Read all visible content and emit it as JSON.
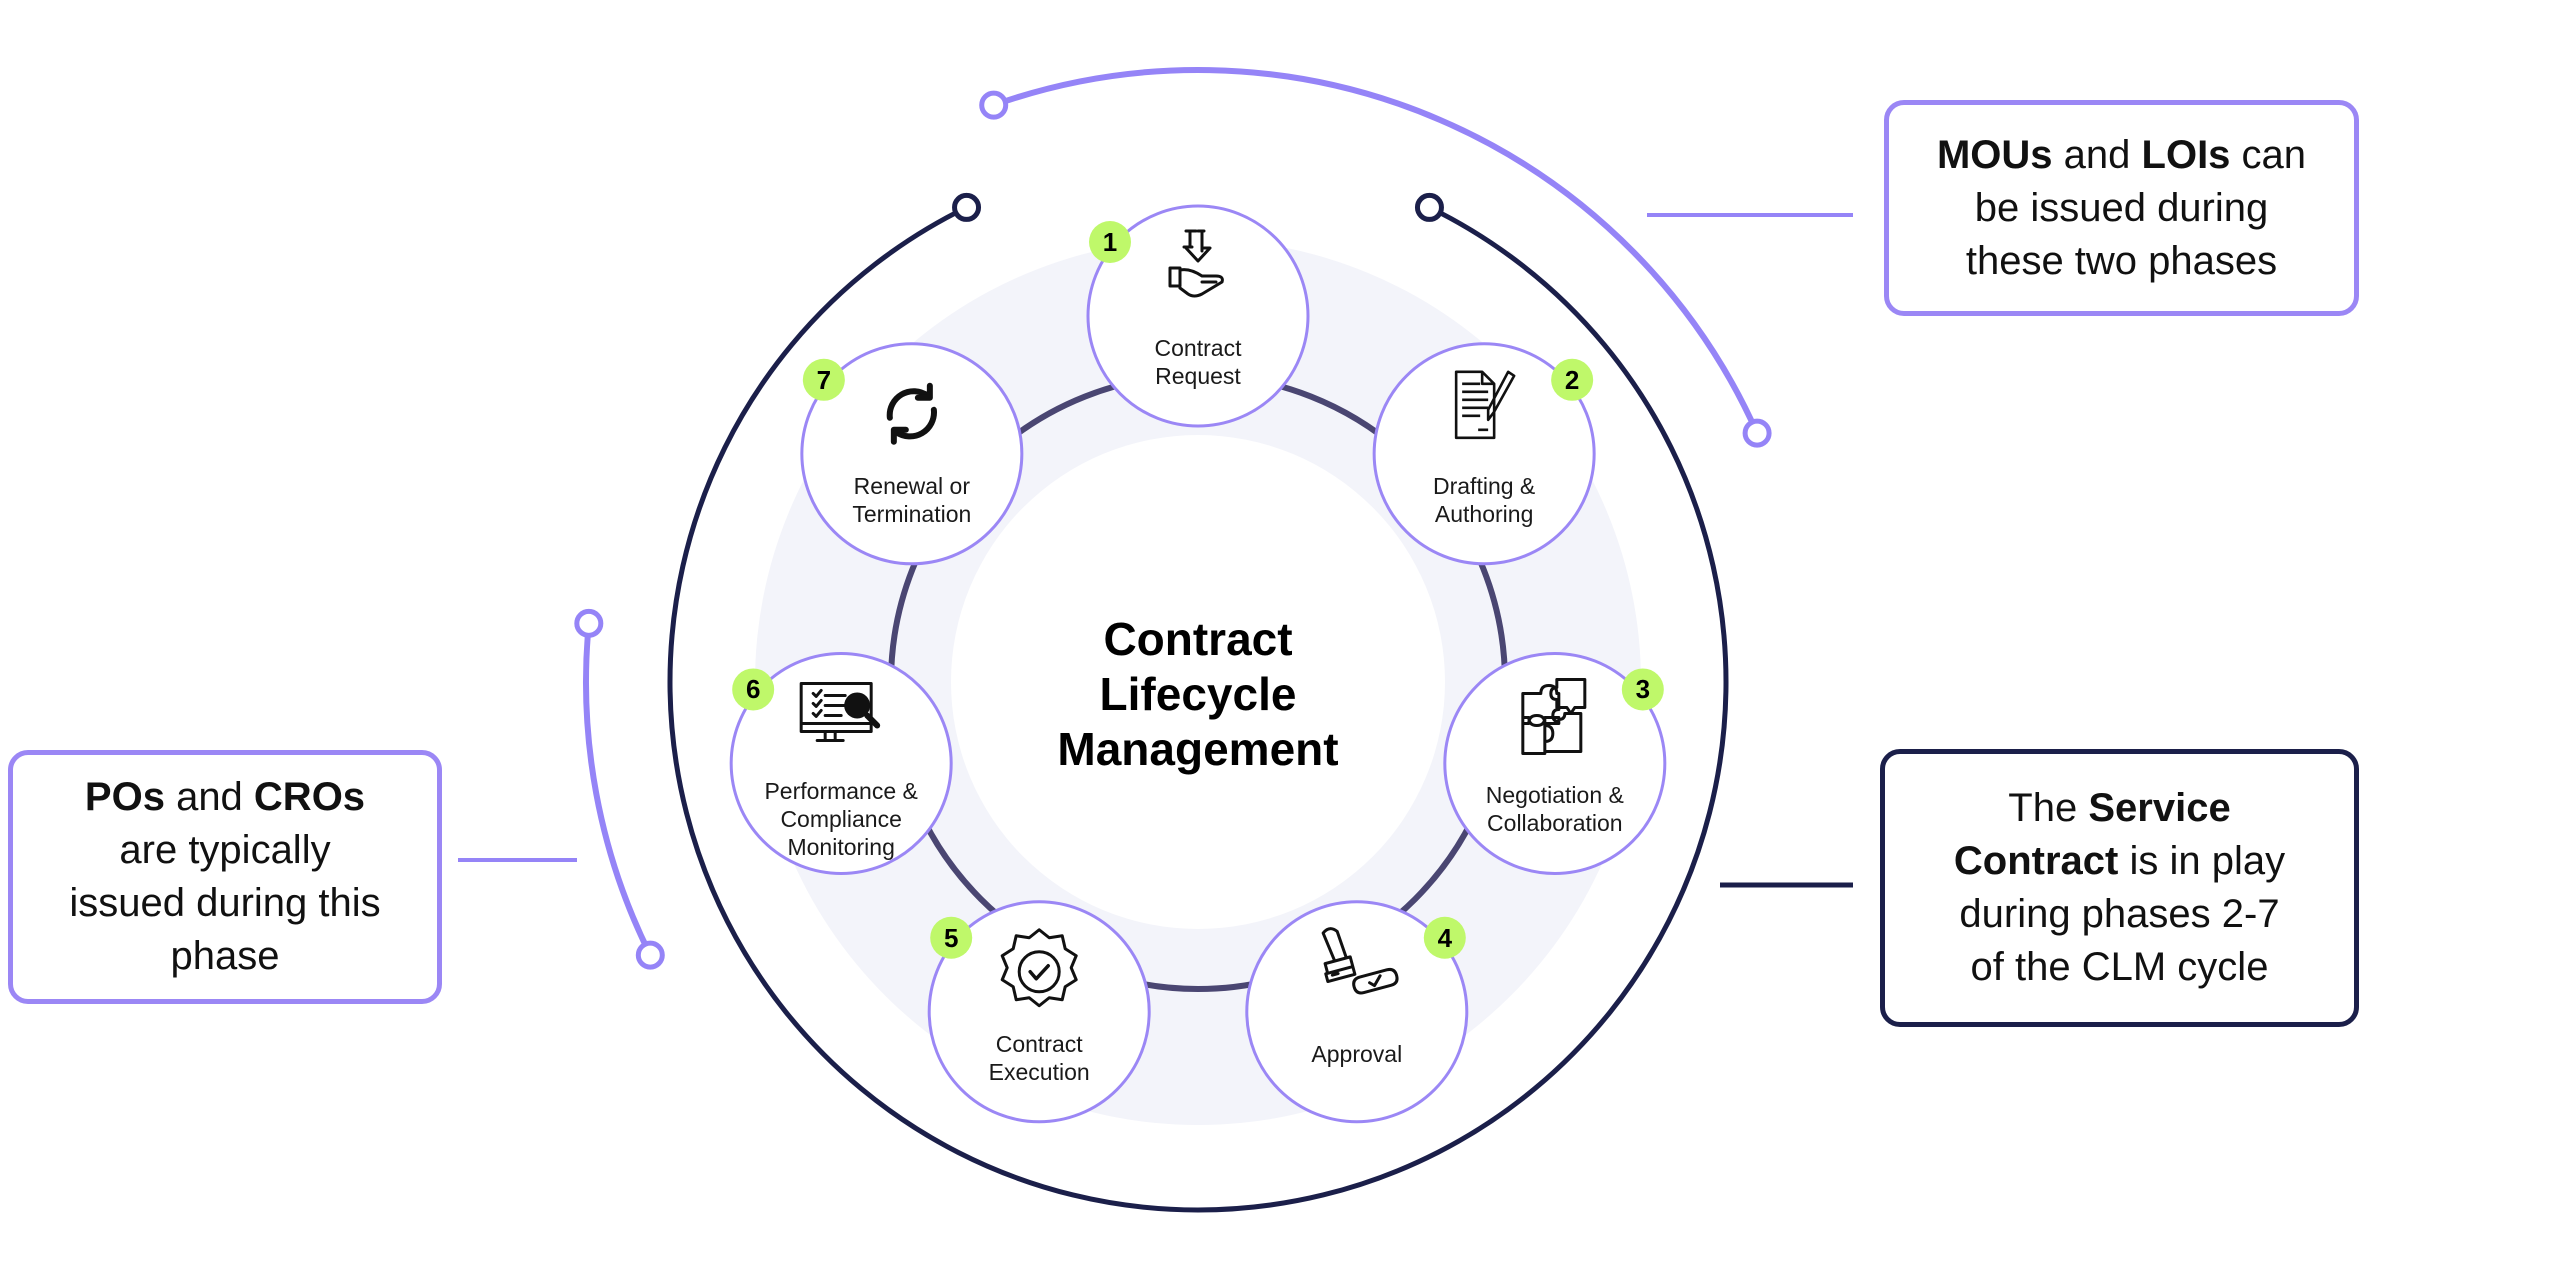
{
  "diagram": {
    "title": "Contract Lifecycle Management",
    "title_lines": [
      "Contract",
      "Lifecycle",
      "Management"
    ],
    "colors": {
      "accent_purple": "#9b87f5",
      "navy": "#1b1f4a",
      "badge_green": "#bff86a",
      "band": "#f3f4fa",
      "connector": "#4a4672"
    },
    "phases": [
      {
        "number": "1",
        "label_lines": [
          "Contract",
          "Request"
        ],
        "icon": "hand-receive-download-icon"
      },
      {
        "number": "2",
        "label_lines": [
          "Drafting &",
          "Authoring"
        ],
        "icon": "document-pen-icon"
      },
      {
        "number": "3",
        "label_lines": [
          "Negotiation &",
          "Collaboration"
        ],
        "icon": "puzzle-pieces-icon"
      },
      {
        "number": "4",
        "label_lines": [
          "Approval"
        ],
        "icon": "stamp-approval-icon"
      },
      {
        "number": "5",
        "label_lines": [
          "Contract",
          "Execution"
        ],
        "icon": "badge-check-icon"
      },
      {
        "number": "6",
        "label_lines": [
          "Performance &",
          "Compliance",
          "Monitoring"
        ],
        "icon": "monitor-checklist-magnifier-icon"
      },
      {
        "number": "7",
        "label_lines": [
          "Renewal or",
          "Termination"
        ],
        "icon": "refresh-cycle-icon"
      }
    ],
    "callouts": {
      "mou": {
        "parts": [
          {
            "text": "MOUs",
            "bold": true
          },
          {
            "text": " and ",
            "bold": false
          },
          {
            "text": "LOIs",
            "bold": true
          },
          {
            "text": " can be issued during these two phases",
            "bold": false
          }
        ],
        "lines": [
          "MOUs and LOIs can",
          "be issued during",
          "these two phases"
        ]
      },
      "service": {
        "parts": [
          {
            "text": "The ",
            "bold": false
          },
          {
            "text": "Service Contract",
            "bold": true
          },
          {
            "text": " is in play during phases 2-7 of the CLM cycle",
            "bold": false
          }
        ],
        "lines": [
          "The Service",
          "Contract is in play",
          "during phases 2-7",
          "of the CLM cycle"
        ]
      },
      "po": {
        "parts": [
          {
            "text": "POs",
            "bold": true
          },
          {
            "text": " and ",
            "bold": false
          },
          {
            "text": "CROs",
            "bold": true
          },
          {
            "text": " are typically issued during this phase",
            "bold": false
          }
        ],
        "lines": [
          "POs and CROs",
          "are typically",
          "issued during this",
          "phase"
        ]
      }
    }
  }
}
